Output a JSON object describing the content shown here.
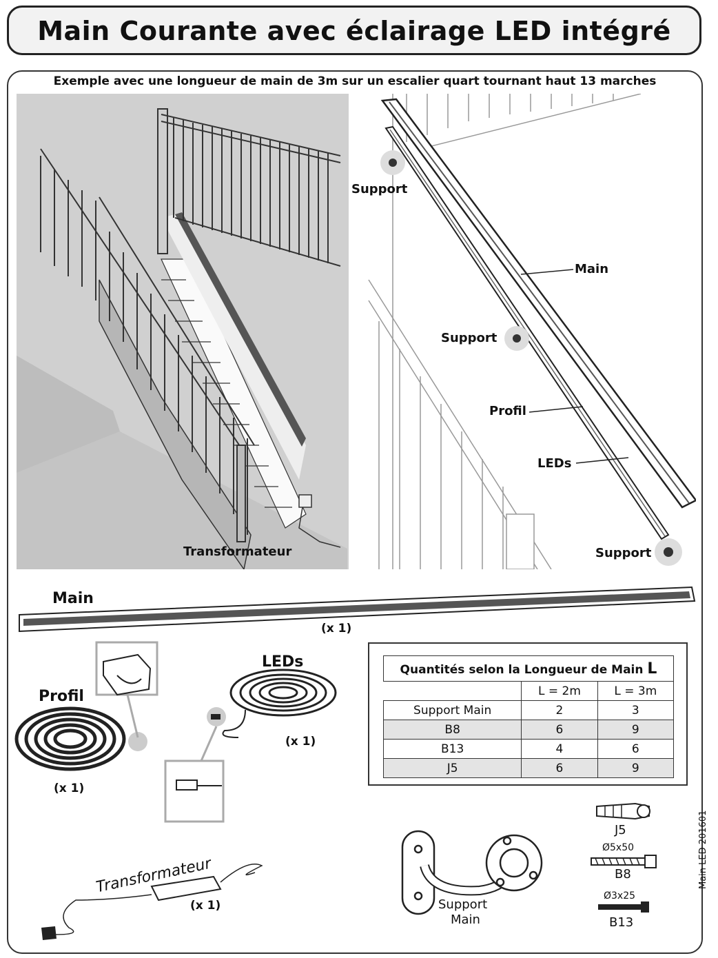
{
  "title": "Main Courante avec éclairage LED intégré",
  "subtitle": "Exemple avec une longueur de main de 3m sur un escalier quart tournant haut 13 marches",
  "left_illustration": {
    "transformer_label": "Transformateur"
  },
  "right_illustration": {
    "support_top": "Support",
    "main": "Main",
    "support_mid": "Support",
    "profil": "Profil",
    "leds": "LEDs",
    "support_bottom": "Support"
  },
  "parts": {
    "main_label": "Main",
    "main_qty": "(x 1)",
    "profil_label": "Profil",
    "profil_qty": "(x 1)",
    "leds_label": "LEDs",
    "leds_qty": "(x 1)",
    "transformer_label": "Transformateur",
    "transformer_qty": "(x 1)"
  },
  "table": {
    "title": "Quantités selon la Longueur de Main",
    "title_var": "L",
    "col1": "L = 2m",
    "col2": "L = 3m",
    "rows": [
      {
        "name": "Support Main",
        "v2": "2",
        "v3": "3"
      },
      {
        "name": "B8",
        "v2": "6",
        "v3": "9"
      },
      {
        "name": "B13",
        "v2": "4",
        "v3": "6"
      },
      {
        "name": "J5",
        "v2": "6",
        "v3": "9"
      }
    ]
  },
  "hardware": {
    "support_label_1": "Support",
    "support_label_2": "Main",
    "j5": "J5",
    "b8_dim": "Ø5x50",
    "b8": "B8",
    "b13_dim": "Ø3x25",
    "b13": "B13"
  },
  "reference": "Main LED 201601"
}
